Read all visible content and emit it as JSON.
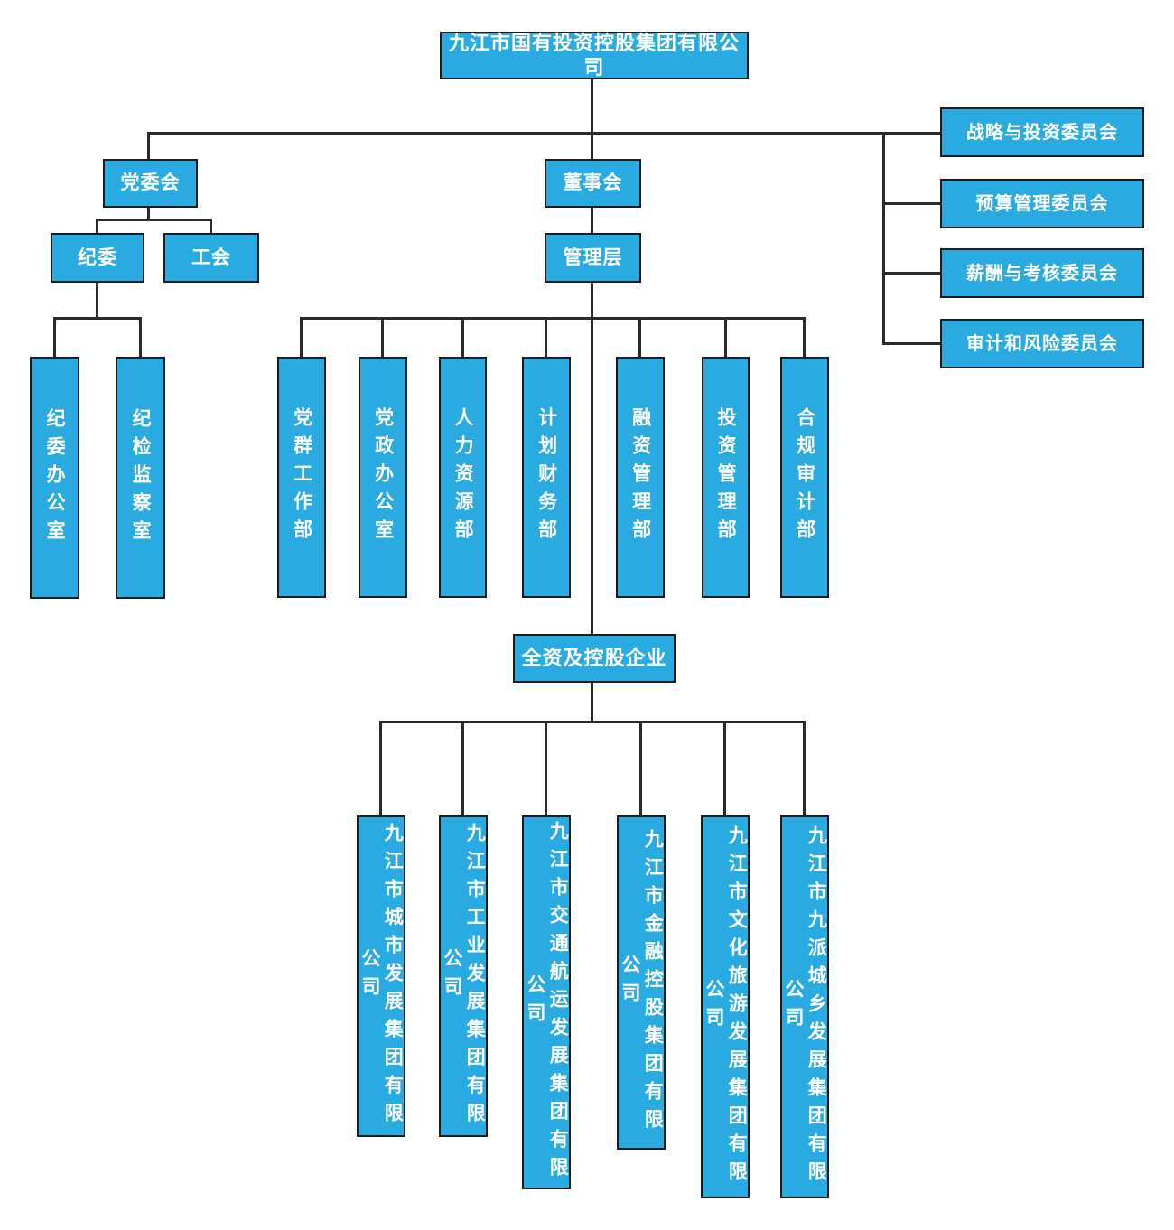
{
  "colors": {
    "node_fill": "#29ABE2",
    "node_border": "#1C1C1C",
    "line": "#2B2B2B",
    "node_text": "#FFFFFF",
    "background": "#FFFFFF"
  },
  "org": {
    "root": "九江市国有投资控股集团有限公司",
    "party_committee": "党委会",
    "board": "董事会",
    "management": "管理层",
    "discipline_committee": "纪委",
    "labor_union": "工会",
    "discipline_committee_office": "纪委办公室",
    "discipline_inspection_office": "纪检监察室",
    "board_committees": [
      "战略与投资委员会",
      "预算管理委员会",
      "薪酬与考核委员会",
      "审计和风险委员会"
    ],
    "departments": [
      "党群工作部",
      "党政办公室",
      "人力资源部",
      "计划财务部",
      "融资管理部",
      "投资管理部",
      "合规审计部"
    ],
    "subsidiaries_header": "全资及控股企业",
    "subsidiaries": [
      "九江市城市发展集团有限公司",
      "九江市工业发展集团有限公司",
      "九江市交通航运发展集团有限公司",
      "九江市金融控股集团有限公司",
      "九江市文化旅游发展集团有限公司",
      "九江市九派城乡发展集团有限公司"
    ]
  }
}
